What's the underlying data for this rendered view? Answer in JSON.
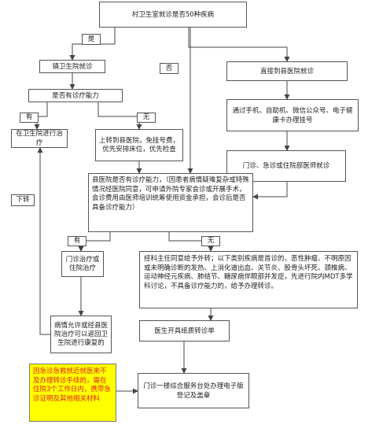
{
  "nodes": {
    "top": "村卫生室就诊是否50种疾病",
    "town": "镇卫生院就诊",
    "capability": "是否有诊疗能力",
    "treat_town": "在卫生院进行治疗",
    "referral_county": "上转到县医院，免挂号费，优先安排床位，优先检查",
    "county_direct": "直接到县医院就诊",
    "register": "通过手机、自助机、微信公众号、电子健康卡办理挂号",
    "outpatient_visit": "门诊、急诊或住院部医师就诊",
    "county_capability": "县医院是否有诊疗能力，（因患者病情疑难复杂或特殊情况经医院同意，可申请外院专家会诊或开展手术，会诊费用由医师培训统筹使用资金承担，会诊后是否具备诊疗能力）",
    "county_treat": "门诊治疗或住院治疗",
    "return_town": "病情允许或经县医院治疗可以返回卫生院进行康复的",
    "transfer_conditions": "经科主任同意给予外转；以下类别疾病是首诊的，恶性肿瘤、不明原因或未明确诊断的发热、上消化道出血、关节炎、股骨头坏死、颈椎病、运动神经元疾病、肺结节、糖尿病伴眼部并发症，先进行院内MDT多学科讨论，不具备诊疗能力的，给予办理转诊。",
    "doctor_form": "医生开具纸质转诊单",
    "emergency_note": "因急诊急救就近就医来不及办理转诊手续的，需在住院3个工作日内，携带急诊证明及其他相关材料",
    "service_desk": "门诊一楼综合服务台处办理电子版登记及盖章"
  },
  "labels": {
    "yes_top": "是",
    "no_top": "否",
    "yes_cap": "有",
    "no_cap": "无",
    "down": "下转",
    "yes_county": "有",
    "no_county": "无"
  },
  "colors": {
    "line": "#444444",
    "highlight_bg": "#ffff00",
    "highlight_text": "#e02020"
  }
}
